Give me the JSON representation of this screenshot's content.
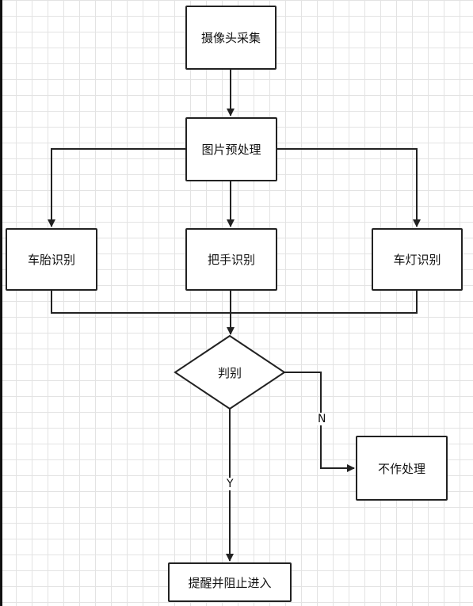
{
  "nodes": {
    "camera": "摄像头采集",
    "preprocess": "图片预处理",
    "tire": "车胎识别",
    "handle": "把手识别",
    "light": "车灯识别",
    "judge": "判别",
    "no_action": "不作处理",
    "alert": "提醒并阻止进入"
  },
  "edge_labels": {
    "no": "N",
    "yes": "Y"
  },
  "colors": {
    "stroke": "#222222",
    "grid": "#e3e3e3"
  }
}
